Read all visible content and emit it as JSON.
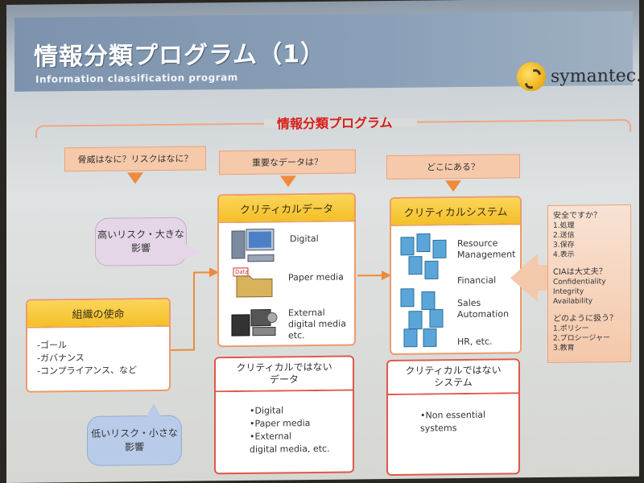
{
  "slide": {
    "title": "情報分類プログラム（1）",
    "subtitle": "Information classification program",
    "logo_text": "symantec."
  },
  "main_title": "情報分類プログラム",
  "questions": [
    "脅威はなに？リスクはなに？",
    "重要なデータは？",
    "どこにある？"
  ],
  "bubbles": {
    "high": "高いリスク・大きな影響",
    "low": "低いリスク・小さな影響"
  },
  "mission": {
    "title": "組織の使命",
    "items": [
      "-ゴール",
      "-ガバナンス",
      "-コンプライアンス、など"
    ]
  },
  "critical_data": {
    "title": "クリティカルデータ",
    "items": [
      "Digital",
      "Paper media",
      "External digital media etc."
    ],
    "data_tag": "Data"
  },
  "critical_systems": {
    "title": "クリティカルシステム",
    "items": [
      "Resource Management",
      "Financial",
      "Sales Automation",
      "HR, etc."
    ]
  },
  "non_critical_data": {
    "title": "クリティカルではないデータ",
    "items": [
      "•Digital",
      "•Paper media",
      "•External",
      "digital media, etc."
    ]
  },
  "non_critical_systems": {
    "title": "クリティカルではないシステム",
    "items": [
      "•Non essential",
      "systems"
    ]
  },
  "side_panel": {
    "q1": "安全ですか？",
    "q1_items": [
      "1.処理",
      "2.送信",
      "3.保存",
      "4.表示"
    ],
    "q2": "CIAは大丈夫？",
    "q2_items": [
      "Confidentiality",
      "Integrity",
      "Availability"
    ],
    "q3": "どのように扱う？",
    "q3_items": [
      "1.ポリシー",
      "2.プロシージャー",
      "3.教育"
    ]
  },
  "colors": {
    "accent_orange": "#ee8a3a",
    "header_yellow": "#f4c028",
    "title_red": "#d8201b"
  }
}
